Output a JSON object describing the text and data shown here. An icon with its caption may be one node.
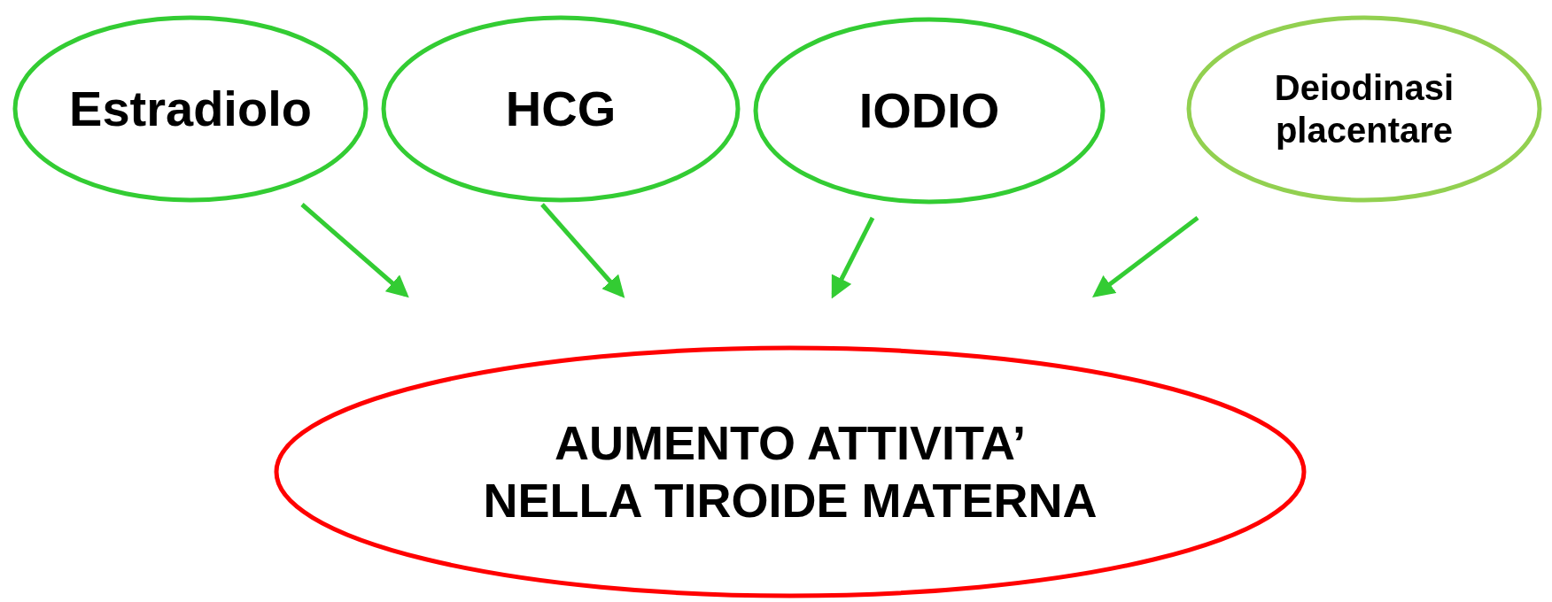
{
  "diagram": {
    "nodes": [
      {
        "text": [
          "Estradiolo"
        ]
      },
      {
        "text": [
          "HCG"
        ]
      },
      {
        "text": [
          "IODIO"
        ]
      },
      {
        "text": [
          "Deiodinasi placentare"
        ]
      },
      {
        "text": [
          "AUMENTO ATTIVITA’ NELLA TIROIDE MATERNA"
        ]
      }
    ],
    "edges": [
      {
        "from": 0,
        "to": 4,
        "arrow": "to"
      },
      {
        "from": 1,
        "to": 4,
        "arrow": "to"
      },
      {
        "from": 2,
        "to": 4,
        "arrow": "to"
      },
      {
        "from": 3,
        "to": 4,
        "arrow": "to",
        "color": "#33cc33"
      }
    ]
  }
}
